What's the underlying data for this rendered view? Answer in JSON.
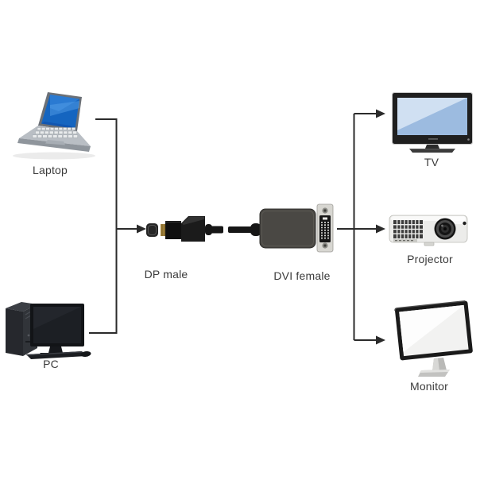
{
  "diagram": {
    "sources": [
      {
        "id": "laptop",
        "label": "Laptop"
      },
      {
        "id": "pc",
        "label": "PC"
      }
    ],
    "adapter": {
      "dp_connector_label": "DP male",
      "dvi_connector_label": "DVI female"
    },
    "outputs": [
      {
        "id": "tv",
        "label": "TV"
      },
      {
        "id": "projector",
        "label": "Projector"
      },
      {
        "id": "monitor",
        "label": "Monitor"
      }
    ],
    "colors": {
      "background": "#ffffff",
      "connector_line": "#2b2b2b",
      "label_text": "#3b3b3b",
      "laptop_screen_blue": "#1565c0",
      "laptop_body_gray": "#b9bec4",
      "tv_screen_blue": "#9cbbe0",
      "pc_black": "#26282d",
      "adapter_body_gray": "#4a4844",
      "cable_black": "#161616",
      "dp_contact_gold": "#a8873c",
      "dvi_frame_silver": "#d7d6d1",
      "projector_white": "#ececea",
      "monitor_screen_white": "#f2f2f1"
    }
  }
}
